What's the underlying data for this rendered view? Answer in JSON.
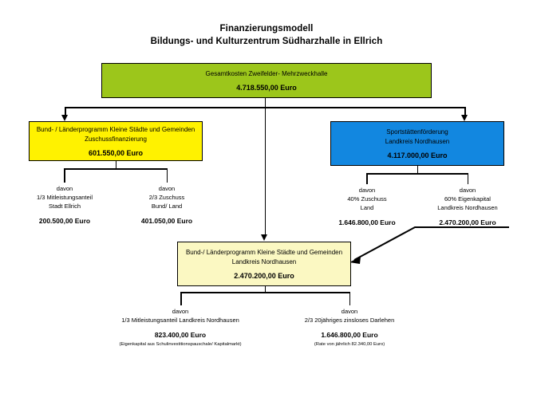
{
  "title": {
    "line1": "Finanzierungsmodell",
    "line2": "Bildungs- und Kulturzentrum Südharzhalle in Ellrich"
  },
  "colors": {
    "green": "#9CC61B",
    "yellow": "#FFF200",
    "blue": "#1287E0",
    "cream": "#FBF8C2",
    "line": "#000000"
  },
  "boxes": {
    "total": {
      "caption": "Gesamtkosten Zweifelder- Mehrzweckhalle",
      "amount": "4.718.550,00 Euro"
    },
    "bund_left": {
      "caption_line1": "Bund- / Länderprogramm Kleine Städte und Gemeinden",
      "caption_line2": "Zuschussfinanzierung",
      "amount": "601.550,00 Euro"
    },
    "sport": {
      "caption_line1": "Sportstättenförderung",
      "caption_line2": "Landkreis Nordhausen",
      "amount": "4.117.000,00 Euro"
    },
    "bund_mid": {
      "caption_line1": "Bund-/ Länderprogramm Kleine Städte und Gemeinden",
      "caption_line2": "Landkreis Nordhausen",
      "amount": "2.470.200,00 Euro"
    }
  },
  "leaves": {
    "left_1": {
      "davon": "davon",
      "line1": "1/3 Mitleistungsanteil",
      "line2": "Stadt Ellrich",
      "value": "200.500,00 Euro"
    },
    "left_2": {
      "davon": "davon",
      "line1": "2/3 Zuschuss",
      "line2": "Bund/ Land",
      "value": "401.050,00 Euro"
    },
    "right_1": {
      "davon": "davon",
      "line1": "40% Zuschuss",
      "line2": "Land",
      "value": "1.646.800,00 Euro"
    },
    "right_2": {
      "davon": "davon",
      "line1": "60% Eigenkapital",
      "line2": "Landkreis Nordhausen",
      "value": "2.470.200,00 Euro"
    },
    "bottom_1": {
      "davon": "davon",
      "line1": "1/3 Mitleistungsanteil Landkreis Nordhausen",
      "value": "823.400,00 Euro",
      "note": "(Eigenkapital aus Schulinvestitionspauschale/ Kapitalmarkt)"
    },
    "bottom_2": {
      "davon": "davon",
      "line1": "2/3   20jähriges zinsloses Darlehen",
      "value": "1.646.800,00 Euro",
      "note": "(Rate von jährlich 82.340,00 Euro)"
    }
  }
}
